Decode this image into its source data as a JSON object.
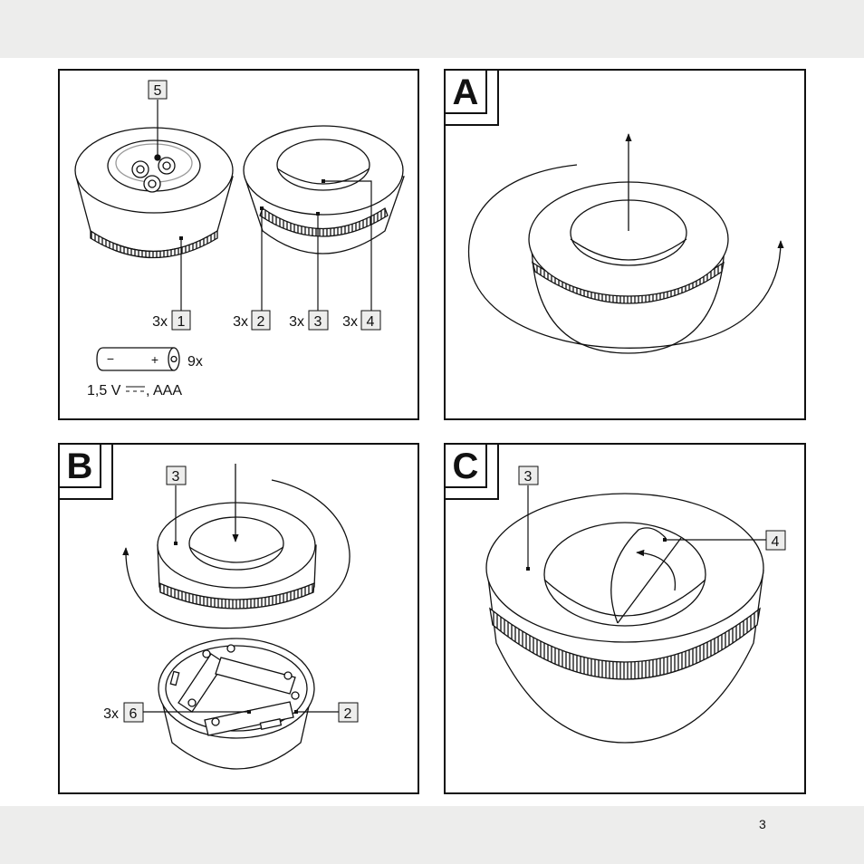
{
  "page": {
    "number": "3"
  },
  "panel_overview": {
    "callout_5": "5",
    "qty_1": "3x",
    "part_1": "1",
    "qty_2": "3x",
    "part_2": "2",
    "qty_3": "3x",
    "part_3": "3",
    "qty_4": "3x",
    "part_4": "4",
    "battery_count": "9x",
    "battery_minus": "−",
    "battery_plus": "+",
    "battery_spec_prefix": "1,5 V",
    "battery_spec_suffix": ", AAA"
  },
  "panel_a": {
    "label": "A"
  },
  "panel_b": {
    "label": "B",
    "part_3": "3",
    "qty_6": "3x",
    "part_6": "6",
    "part_2": "2"
  },
  "panel_c": {
    "label": "C",
    "part_3": "3",
    "part_4": "4"
  }
}
